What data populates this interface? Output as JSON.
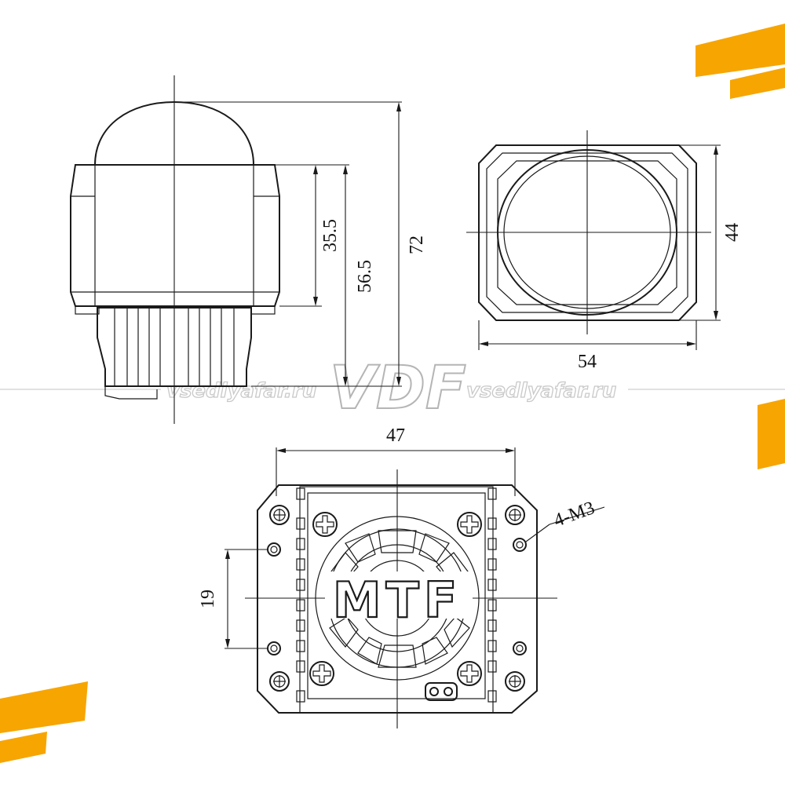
{
  "dimensions": {
    "height_upper": "35.5",
    "height_mid": "56.5",
    "height_total": "72",
    "front_width": "54",
    "front_height": "44",
    "back_width": "47",
    "hole_spacing": "19",
    "thread_callout": "4-M3"
  },
  "marking": {
    "brand": "MTF"
  },
  "watermark": {
    "logo": "VDF",
    "site_left": "vsedlyafar.ru",
    "site_right": "vsedlyafar.ru"
  },
  "colors": {
    "accent": "#f7a500",
    "line": "#1a1a1a",
    "watermark": "#c9c9c9"
  }
}
